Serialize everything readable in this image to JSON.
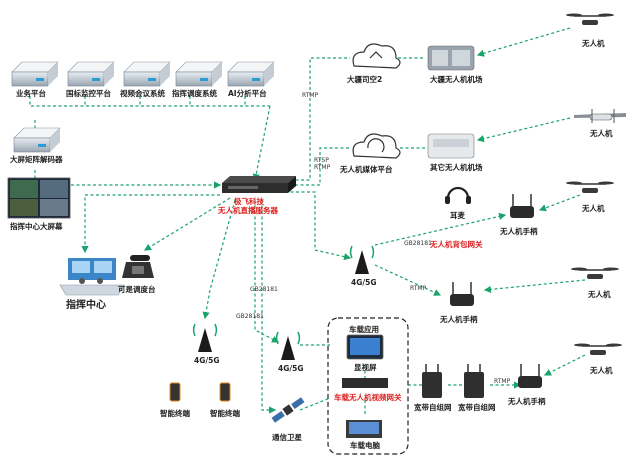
{
  "title": "",
  "nodes": {
    "biz_platform": "业务平台",
    "intl_monitor": "国标监控平台",
    "video_conf": "视频会议系统",
    "dispatch_sys": "指挥调度系统",
    "ai_platform": "AI分析平台",
    "matrix_decoder": "大屏矩阵解码器",
    "big_screen": "指挥中心大屏幕",
    "command_center": "指挥中心",
    "dispatch_desk": "可是调度台",
    "server_line1": "极飞科技",
    "server_line2": "无人机直播服务器",
    "dji_sky": "大疆司空2",
    "dji_dock": "大疆无人机机场",
    "uav_media": "无人机媒体平台",
    "other_dock": "其它无人机机场",
    "headset": "耳麦",
    "backpack_gw": "无人机背包网关",
    "tower_main": "4G/5G",
    "tower_left": "4G/5G",
    "tower_mid": "4G/5G",
    "smart_term1": "智能终端",
    "smart_term2": "智能终端",
    "satellite": "通信卫星",
    "vehicle_app": "车载应用",
    "display": "显视屏",
    "vehicle_gw": "车载无人机视频网关",
    "vehicle_pc": "车载电脑",
    "mesh1": "宽带自组网",
    "mesh2": "宽带自组网",
    "uav1": "无人机",
    "uav2": "无人机",
    "uav3": "无人机",
    "uav4": "无人机",
    "uav5": "无人机",
    "handheld1": "无人机手柄",
    "handheld2": "无人机手柄",
    "handheld3": "无人机手柄"
  },
  "protocols": {
    "rtmp_top": "RTMP",
    "rtsp": "RTSP",
    "rtmp_mid": "RTMP",
    "gb1": "GB28181",
    "gb2": "GB28181",
    "gb3": "GB28181",
    "rtmp_right": "RTMP",
    "rtmp_bottom": "RTMP"
  },
  "colors": {
    "link": "#1aa36b",
    "red_text": "#d22222",
    "server": "#2d2d2d"
  }
}
